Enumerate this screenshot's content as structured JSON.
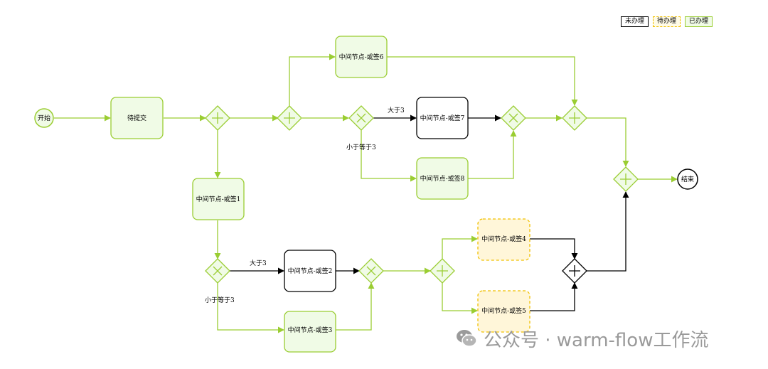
{
  "legend": {
    "not_done": "未办理",
    "pending": "待办理",
    "done": "已办理"
  },
  "nodes": {
    "start": "开始",
    "submit": "待提交",
    "mid6": "中间节点-或签6",
    "mid7": "中间节点-或签7",
    "mid8": "中间节点-或签8",
    "mid1": "中间节点-或签1",
    "mid2": "中间节点-或签2",
    "mid3": "中间节点-或签3",
    "mid4": "中间节点-或签4",
    "mid5": "中间节点-或签5",
    "end": "结束"
  },
  "edge_labels": {
    "gt3_top": "大于3",
    "le3_top": "小于等于3",
    "gt3_bottom": "大于3",
    "le3_bottom": "小于等于3"
  },
  "colors": {
    "done_stroke": "#9acd32",
    "done_fill": "#f0fbe6",
    "pending_stroke": "#f0c000",
    "pending_fill": "#fff6d9",
    "not_done_stroke": "#000000"
  },
  "watermark": "公众号 · warm-flow工作流"
}
